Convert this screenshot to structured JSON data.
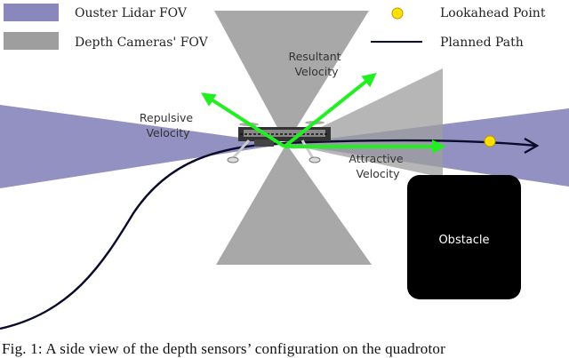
{
  "legend": {
    "lidar_fov": "Ouster Lidar FOV",
    "camera_fov": "Depth Cameras' FOV",
    "lookahead": "Lookahead Point",
    "planned_path": "Planned Path"
  },
  "labels": {
    "resultant": [
      "Resultant",
      "Velocity"
    ],
    "repulsive": [
      "Repulsive",
      "Velocity"
    ],
    "attractive": [
      "Attractive",
      "Velocity"
    ],
    "obstacle": "Obstacle"
  },
  "caption": "Fig. 1: A side view of the depth sensors’ configuration on the quadrotor",
  "colors": {
    "lidar": "#8a87bd",
    "camera": "#9e9e9e",
    "vector": "#22ee22",
    "path": "#0a0a2a",
    "lookahead": "#ffe000",
    "obstacle": "#000000"
  },
  "icons": [
    "quadrotor-icon"
  ]
}
